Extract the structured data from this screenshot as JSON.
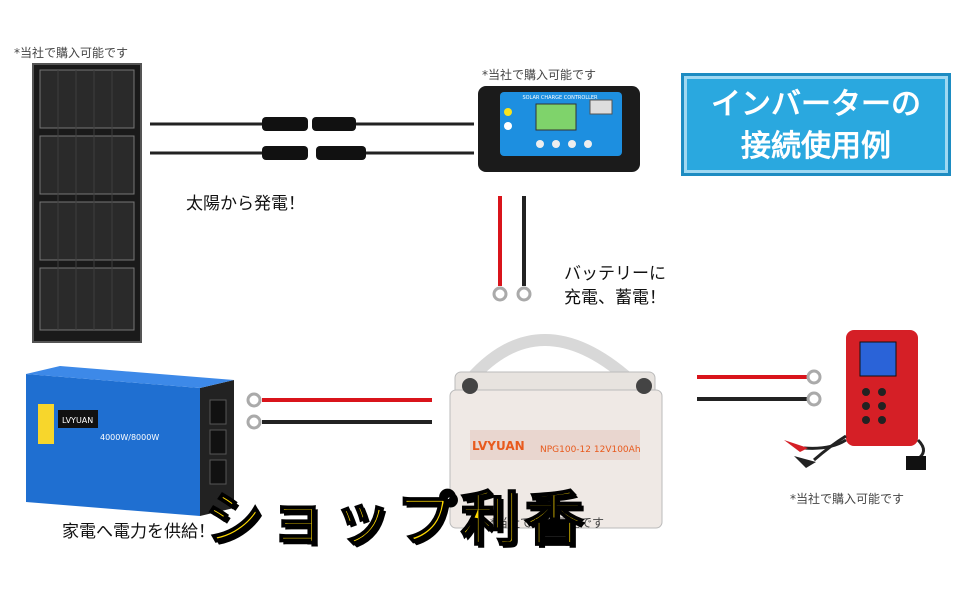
{
  "title": {
    "line1": "インバーターの",
    "line2": "接続使用例"
  },
  "notes": {
    "solar_panel": "*当社で購入可能です",
    "controller": "*当社で購入可能です",
    "battery": "*当社で購入可能です",
    "charger": "*当社で購入可能です"
  },
  "captions": {
    "solar": "太陽から発電！",
    "battery_line1": "バッテリーに",
    "battery_line2": "充電、蓄電！",
    "inverter": "家電へ電力を供給！"
  },
  "controller_label": "SOLAR CHARGE CONTROLLER",
  "battery_label": {
    "brand": "LVYUAN",
    "model": "NPG100-12 12V100Ah"
  },
  "inverter_label": {
    "brand": "LVYUAN",
    "rating": "4000W/8000W"
  },
  "watermark": "ショップ利香",
  "colors": {
    "title_bg": "#2aa8df",
    "wire_red": "#d9141b",
    "wire_black": "#222222",
    "inverter_blue": "#1f6fd1",
    "charger_red": "#d51f26",
    "watermark_yellow": "#ffd900"
  }
}
